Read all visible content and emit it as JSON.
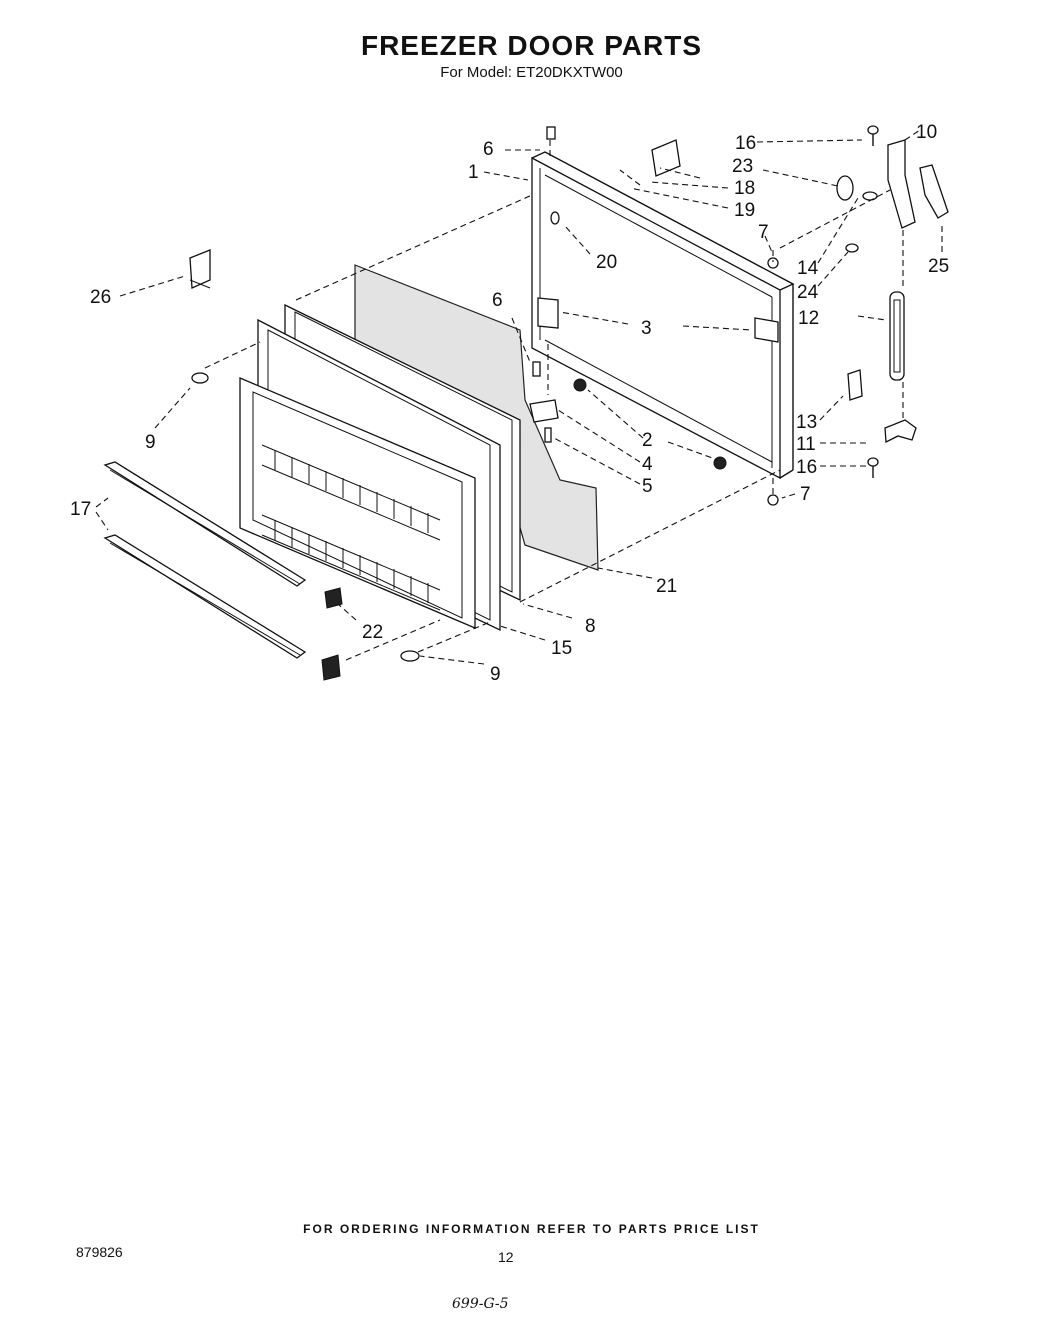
{
  "header": {
    "title": "FREEZER DOOR PARTS",
    "subtitle": "For Model: ET20DKXTW00"
  },
  "diagram": {
    "callouts": [
      "1",
      "2",
      "3",
      "4",
      "5",
      "6",
      "6",
      "7",
      "7",
      "8",
      "9",
      "9",
      "10",
      "11",
      "12",
      "13",
      "14",
      "15",
      "16",
      "16",
      "17",
      "18",
      "19",
      "20",
      "21",
      "22",
      "23",
      "24",
      "25",
      "26"
    ]
  },
  "footer": {
    "ordering_note": "FOR ORDERING INFORMATION REFER TO PARTS PRICE LIST",
    "doc_number": "879826",
    "page_number": "12",
    "handwritten_code": "699-G-5"
  }
}
